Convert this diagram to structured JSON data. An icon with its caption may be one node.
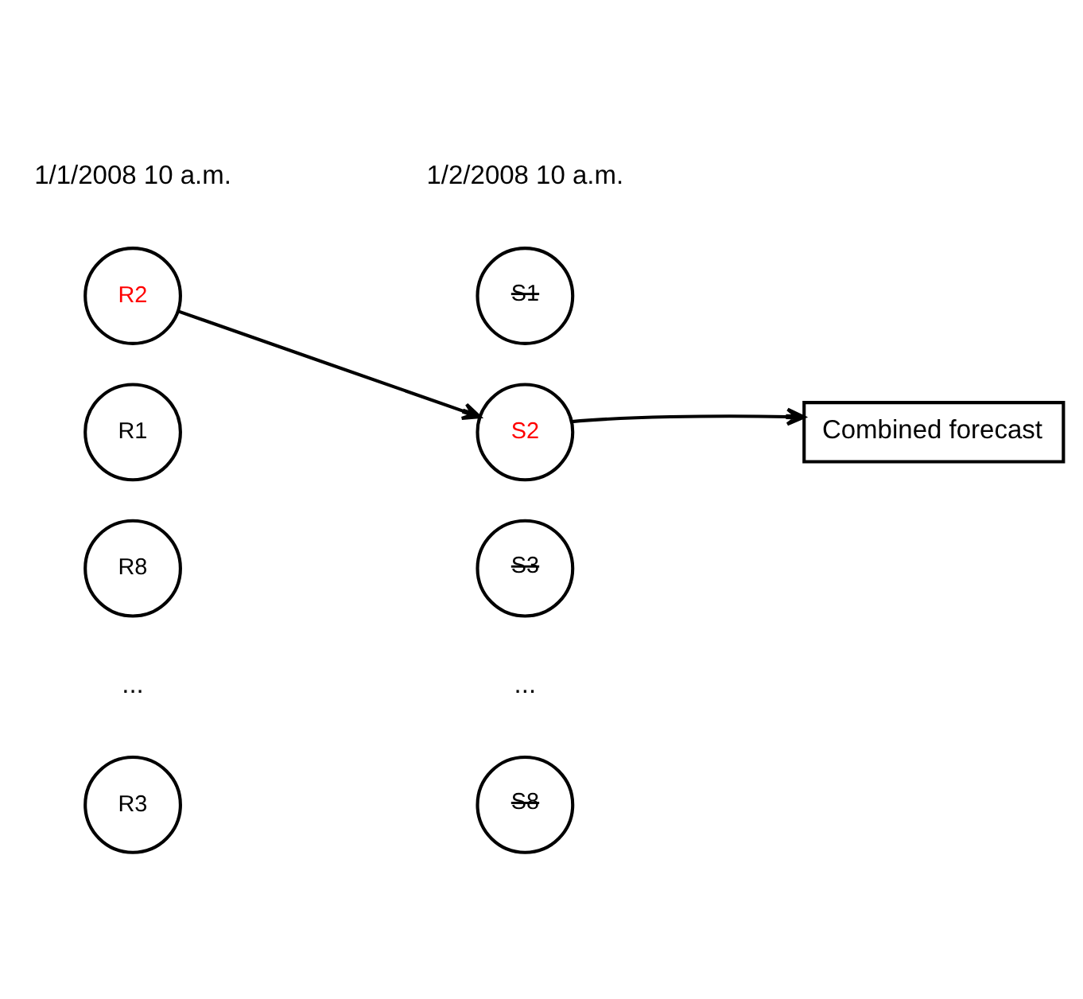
{
  "diagram": {
    "nodes": [
      {
        "text": [
          "R2"
        ]
      },
      {
        "text": [
          "R1"
        ]
      },
      {
        "text": [
          "R8"
        ]
      },
      {
        "text": [
          "R3"
        ]
      },
      {
        "text": [
          "S1"
        ]
      },
      {
        "text": [
          "S2"
        ]
      },
      {
        "text": [
          "S3"
        ]
      },
      {
        "text": [
          "S8"
        ]
      },
      {
        "text": [
          "Combined forecast"
        ]
      }
    ],
    "edges": [
      {
        "from": 0,
        "to": 5,
        "arrow": "to"
      },
      {
        "from": 5,
        "to": 8,
        "arrow": "to"
      }
    ],
    "labels": [
      "1/1/2008 10 a.m.",
      "1/2/2008 10 a.m.",
      "...",
      "..."
    ]
  }
}
